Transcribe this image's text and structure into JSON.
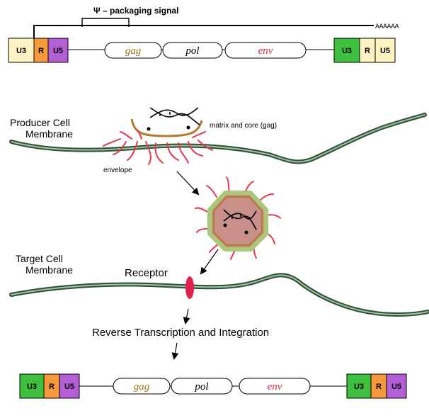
{
  "top_construct": {
    "packaging_label": "Ψ – packaging signal",
    "poly_a": "AAAAAA",
    "ltr_left": [
      "U3",
      "R",
      "U5"
    ],
    "genes": [
      "gag",
      "pol",
      "env"
    ],
    "ltr_right": [
      "U3",
      "R",
      "U5"
    ]
  },
  "producer": {
    "label_line1": "Producer Cell",
    "label_line2": "Membrane",
    "gag_label": "matrix and core (gag)",
    "envelope_label": "envelope"
  },
  "target": {
    "label_line1": "Target Cell",
    "label_line2": "Membrane",
    "receptor_label": "Receptor"
  },
  "step_label": "Reverse Transcription and Integration",
  "bottom_construct": {
    "ltr_left": [
      "U3",
      "R",
      "U5"
    ],
    "genes": [
      "gag",
      "pol",
      "env"
    ],
    "ltr_right": [
      "U3",
      "R",
      "U5"
    ]
  },
  "colors": {
    "u3_left_top": "#fff3c4",
    "r_orange": "#f59a3a",
    "u5_purple": "#b45fd6",
    "u3_green": "#3fbf3f",
    "u5_right_top": "#fff3c4",
    "membrane": "#2f4f3a",
    "envelope_spikes": "#e8364a",
    "capsid": "#b07a2a",
    "virion_fill": "#c9908a",
    "virion_rim": "#a8c87a",
    "receptor": "#e0224a",
    "gag_text": "#9a7a1a",
    "env_text": "#d42a3a"
  }
}
